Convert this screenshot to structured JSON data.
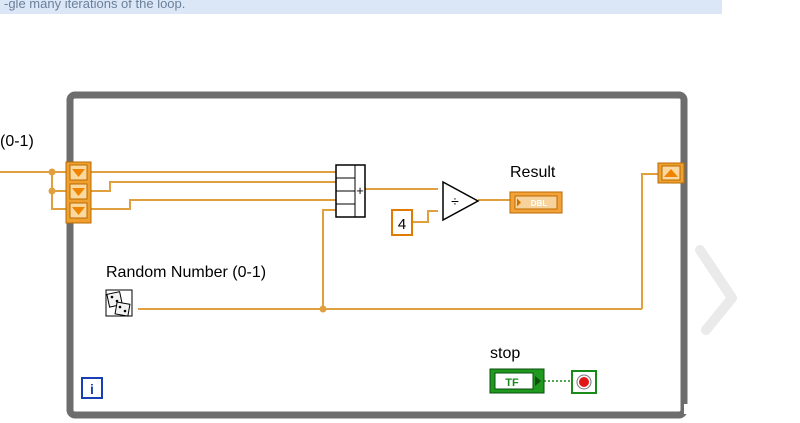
{
  "banner": {
    "text": "-gle many iterations of the loop."
  },
  "labels": {
    "left_input": "(0-1)",
    "random_number": "Random Number (0-1)",
    "result": "Result",
    "stop": "stop",
    "iteration": "i"
  },
  "nodes": {
    "constant_value": "4",
    "add_symbol": "+",
    "divide_symbol": "÷",
    "result_type": "DBL",
    "stop_type": "TF"
  },
  "colors": {
    "wire_float": "#e0a040",
    "loop_border": "#6d6d6d",
    "boolean_green": "#1a8a1a",
    "iteration_blue": "#1a3fb5",
    "stop_red": "#e01818"
  }
}
